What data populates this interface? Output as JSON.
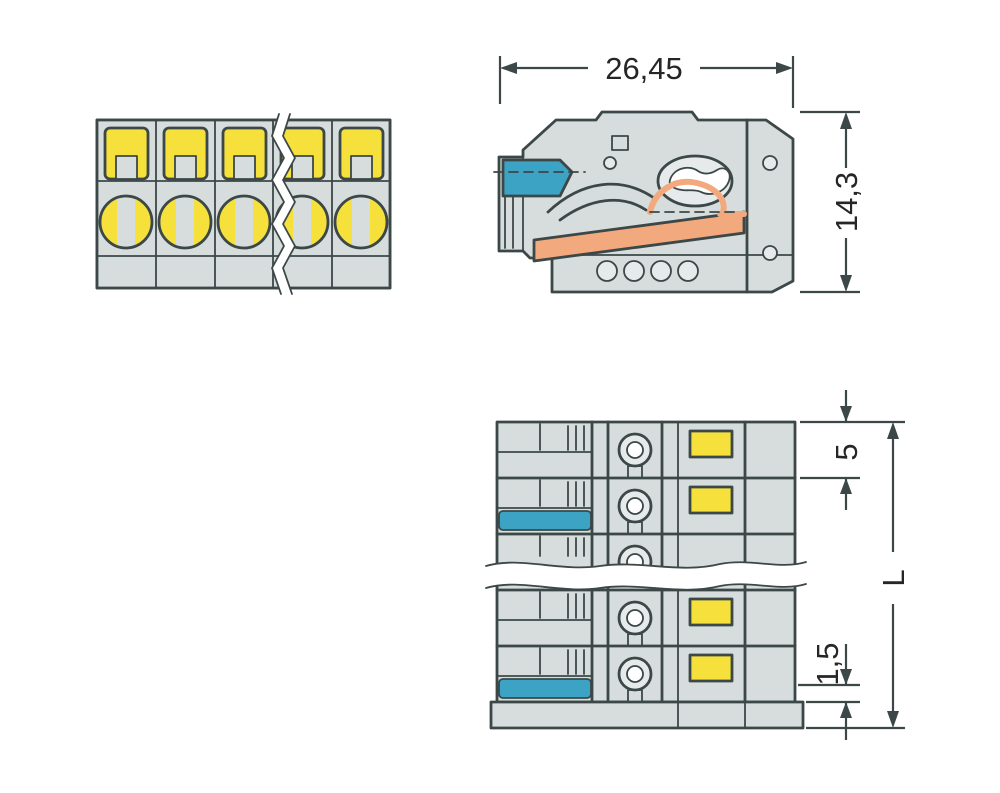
{
  "colors": {
    "background": "#ffffff",
    "body": "#d7dcdc",
    "body_light": "#e6eaea",
    "outline": "#3c4747",
    "yellow": "#f6e13c",
    "blue": "#3da3c4",
    "orange": "#f2a97e",
    "dim_text": "#262626"
  },
  "dimensions": {
    "overall_width": "26,45",
    "overall_height": "14,3",
    "pole_pitch": "5",
    "flange_offset": "1,5",
    "total_length": "L"
  }
}
